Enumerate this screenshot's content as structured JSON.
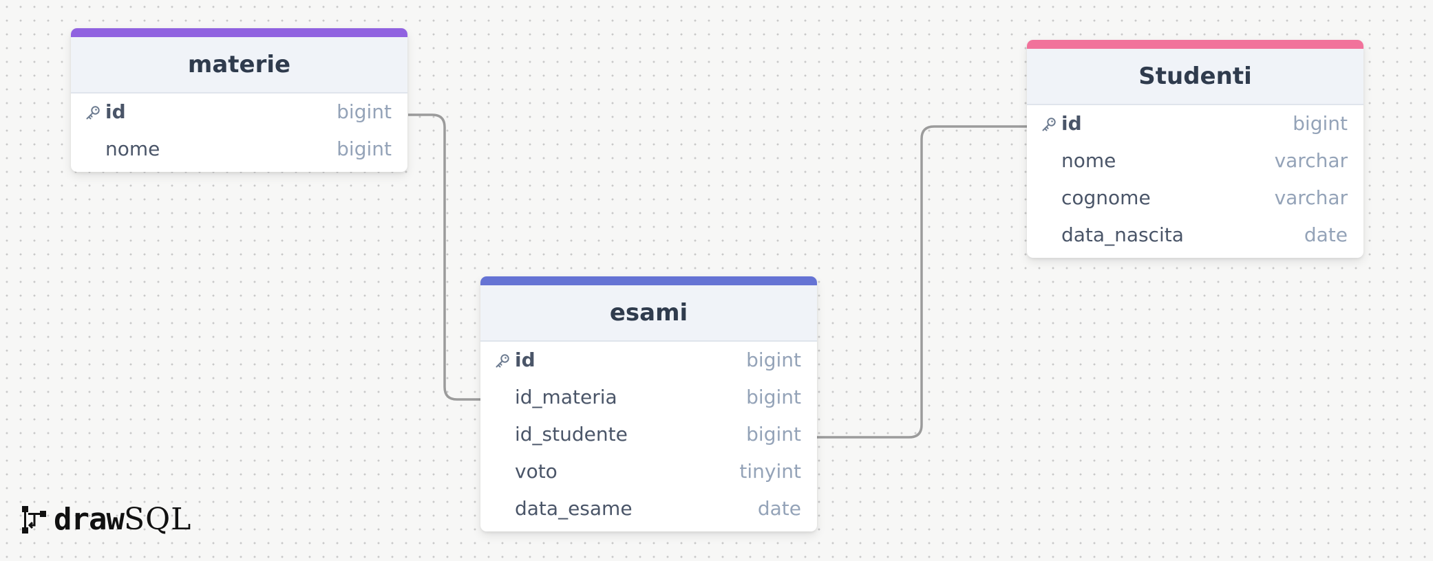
{
  "tables": [
    {
      "id": "materie",
      "name": "materie",
      "color": "#9062e0",
      "fields": [
        {
          "name": "id",
          "type": "bigint",
          "pk": true
        },
        {
          "name": "nome",
          "type": "bigint",
          "pk": false
        }
      ]
    },
    {
      "id": "esami",
      "name": "esami",
      "color": "#6573d4",
      "fields": [
        {
          "name": "id",
          "type": "bigint",
          "pk": true
        },
        {
          "name": "id_materia",
          "type": "bigint",
          "pk": false
        },
        {
          "name": "id_studente",
          "type": "bigint",
          "pk": false
        },
        {
          "name": "voto",
          "type": "tinyint",
          "pk": false
        },
        {
          "name": "data_esame",
          "type": "date",
          "pk": false
        }
      ]
    },
    {
      "id": "studenti",
      "name": "Studenti",
      "color": "#f1729b",
      "fields": [
        {
          "name": "id",
          "type": "bigint",
          "pk": true
        },
        {
          "name": "nome",
          "type": "varchar",
          "pk": false
        },
        {
          "name": "cognome",
          "type": "varchar",
          "pk": false
        },
        {
          "name": "data_nascita",
          "type": "date",
          "pk": false
        }
      ]
    }
  ],
  "relations": [
    {
      "from": "materie.id",
      "to": "esami.id_materia"
    },
    {
      "from": "esami.id_studente",
      "to": "studenti.id"
    }
  ],
  "key_icon": "key-icon",
  "logo": {
    "bold": "draw",
    "regular": "SQL",
    "icon": "drawsql-logo-icon"
  }
}
